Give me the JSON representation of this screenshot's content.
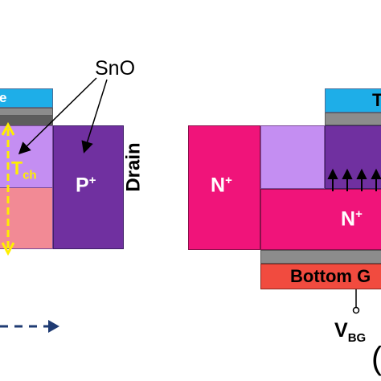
{
  "left_device": {
    "material_label": "SnO",
    "top_gate_label_fragment": "e",
    "channel_thickness": {
      "base": "T",
      "subscript": "ch"
    },
    "p_region": {
      "base": "P",
      "sup": "+"
    },
    "drain_label": "Drain"
  },
  "right_device": {
    "top_gate_label_fragment": "T",
    "n_left": {
      "base": "N",
      "sup": "+"
    },
    "n_center": {
      "base": "N",
      "sup": "+"
    },
    "bottom_gate_label": "Bottom G",
    "vbg": {
      "base": "V",
      "subscript": "BG"
    },
    "panel_label_fragment": "("
  },
  "colors": {
    "top_gate": "#1eaee8",
    "oxide": "#808080",
    "sno": "#c48ef2",
    "p_plus": "#7030a0",
    "n_plus": "#f0147a",
    "salmon": "#f28a95",
    "bottom_gate": "#f14b3f",
    "accent_yellow": "#ffef00",
    "navy": "#1f3b73"
  }
}
